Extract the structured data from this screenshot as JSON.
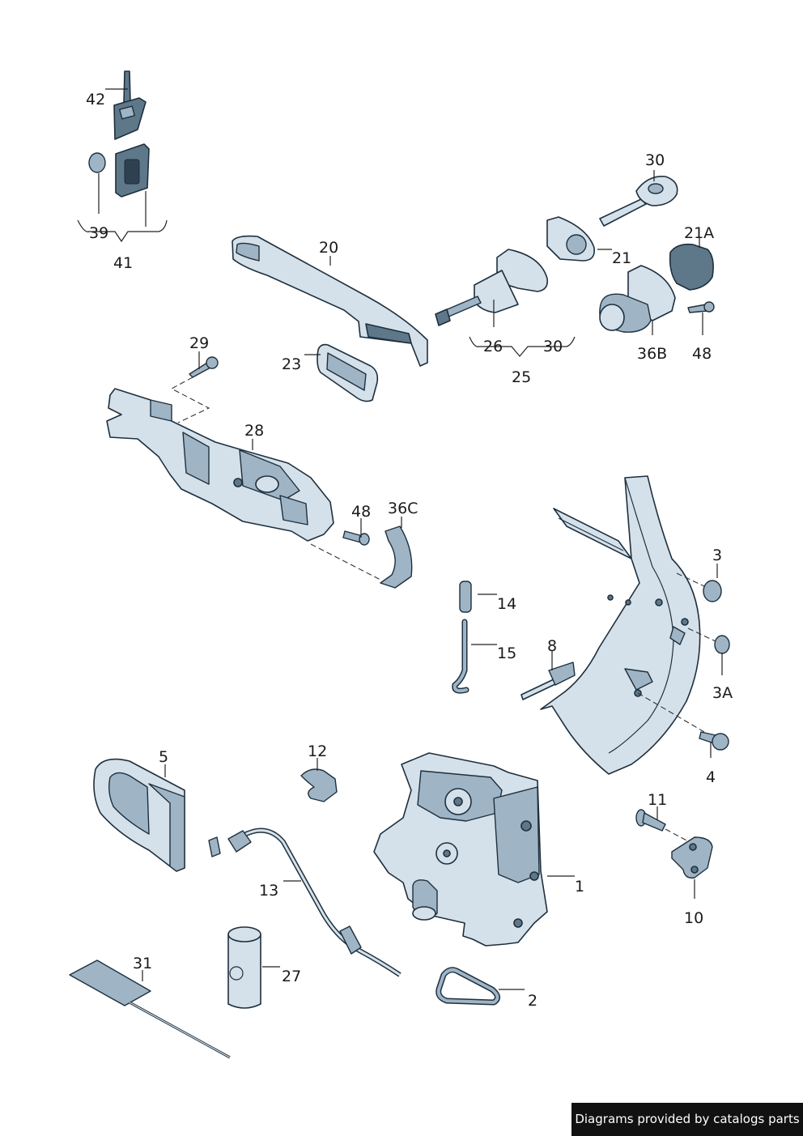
{
  "labels": {
    "l42": "42",
    "l39": "39",
    "l41": "41",
    "l20": "20",
    "l30a": "30",
    "l21a": "21A",
    "l21": "21",
    "l26": "26",
    "l30b": "30",
    "l25": "25",
    "l36b": "36B",
    "l48a": "48",
    "l23": "23",
    "l29": "29",
    "l28": "28",
    "l48b": "48",
    "l36c": "36C",
    "l3": "3",
    "l14": "14",
    "l15": "15",
    "l8": "8",
    "l3a": "3A",
    "l4": "4",
    "l5": "5",
    "l12": "12",
    "l11": "11",
    "l1": "1",
    "l13": "13",
    "l10": "10",
    "l31": "31",
    "l27": "27",
    "l2": "2"
  },
  "credit": "Diagrams provided by catalogs parts"
}
